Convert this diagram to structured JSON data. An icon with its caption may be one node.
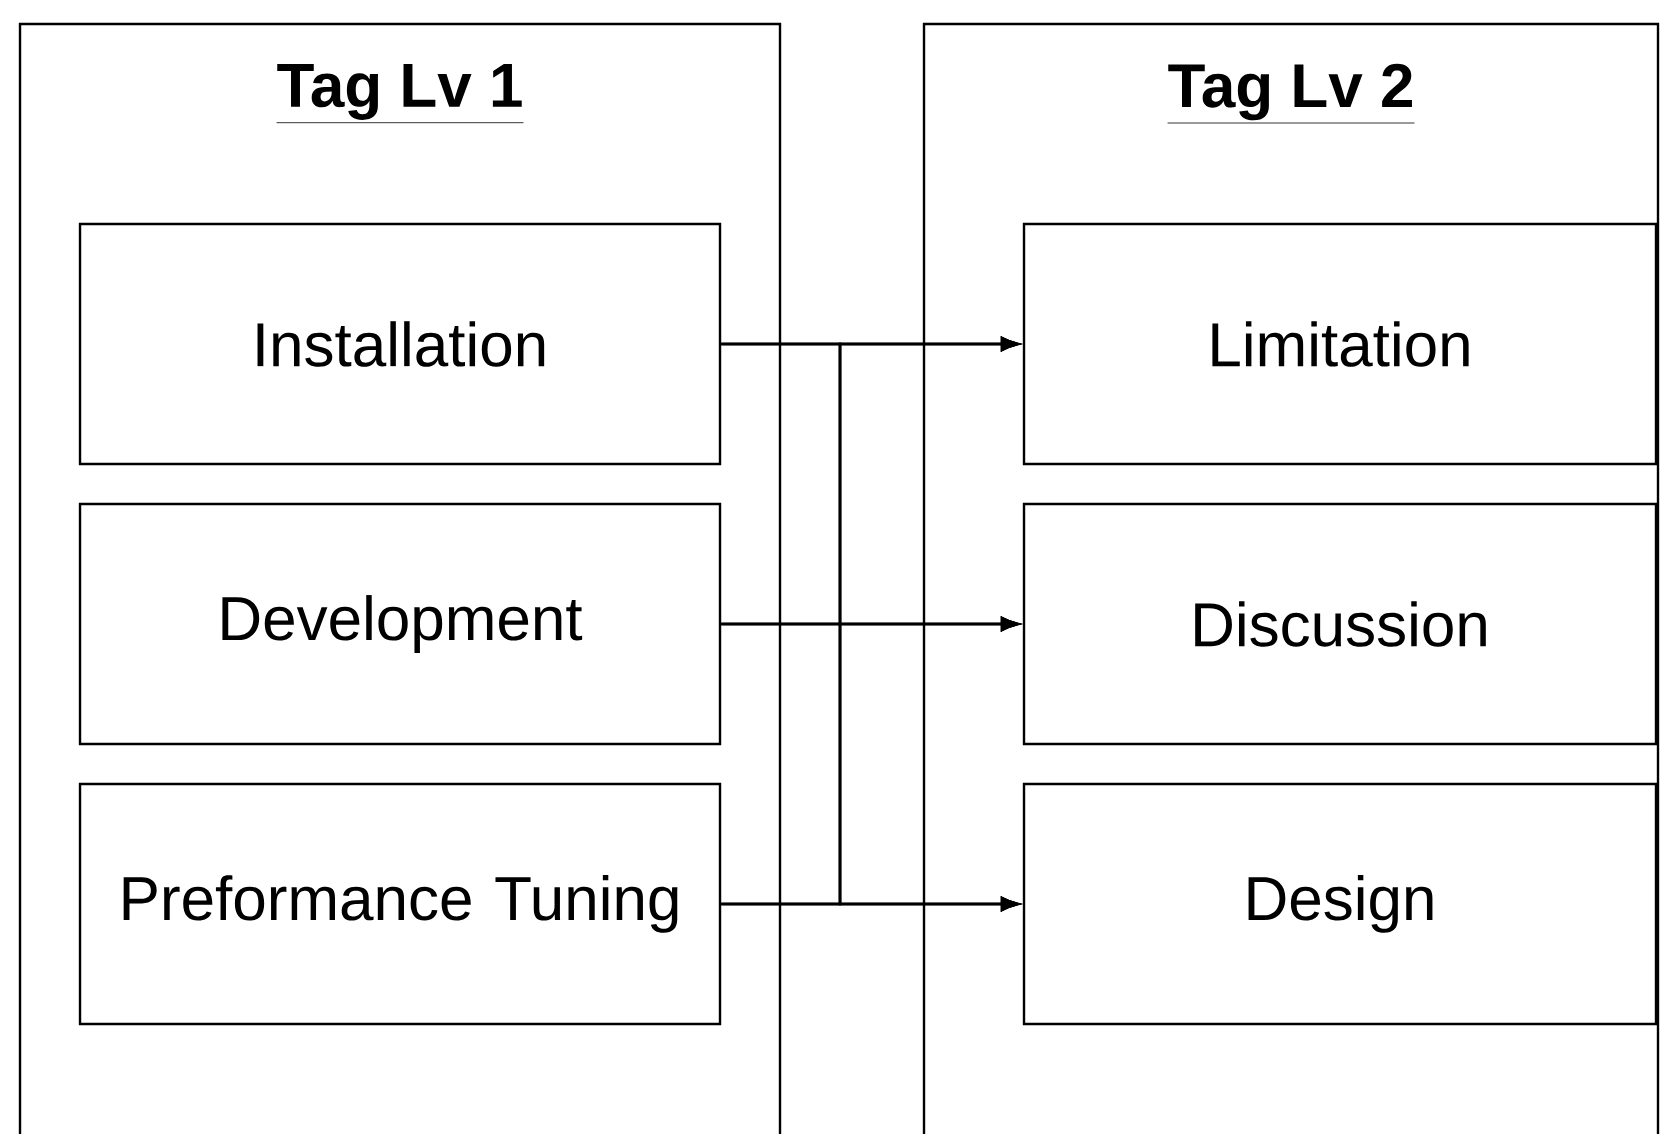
{
  "diagram": {
    "nodes": [
      {
        "text": [
          "Tag Lv 1"
        ]
      },
      {
        "text": [
          "Installation"
        ],
        "in": 0
      },
      {
        "text": [
          "Development"
        ],
        "in": 0
      },
      {
        "text": [
          "Preformance Tuning"
        ],
        "in": 0
      },
      {
        "text": [
          "Tag Lv 2"
        ]
      },
      {
        "text": [
          "Limitation"
        ],
        "in": 4
      },
      {
        "text": [
          "Discussion"
        ],
        "in": 4
      },
      {
        "text": [
          "Design"
        ],
        "in": 4
      }
    ],
    "edges": [
      {
        "from": 1,
        "to": 5,
        "arrow": "to"
      },
      {
        "from": 1,
        "to": 6,
        "arrow": "to"
      },
      {
        "from": 1,
        "to": 7,
        "arrow": "to"
      },
      {
        "from": 2,
        "to": 5,
        "arrow": "to"
      },
      {
        "from": 2,
        "to": 6,
        "arrow": "to"
      },
      {
        "from": 2,
        "to": 7,
        "arrow": "to"
      },
      {
        "from": 3,
        "to": 5,
        "arrow": "to"
      },
      {
        "from": 3,
        "to": 6,
        "arrow": "to"
      },
      {
        "from": 3,
        "to": 7,
        "arrow": "to"
      }
    ]
  }
}
